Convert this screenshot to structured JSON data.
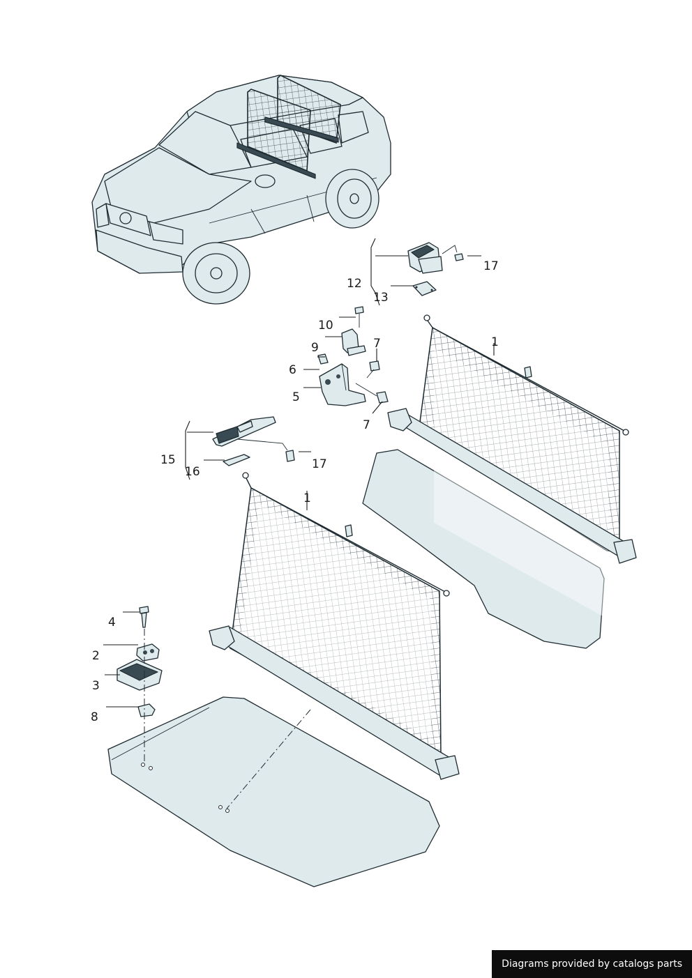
{
  "callouts": {
    "p1a": "1",
    "p1b": "1",
    "p2": "2",
    "p3": "3",
    "p4": "4",
    "p5": "5",
    "p6": "6",
    "p7a": "7",
    "p7b": "7",
    "p8": "8",
    "p9": "9",
    "p10": "10",
    "p12": "12",
    "p13": "13",
    "p15": "15",
    "p16": "16",
    "p17a": "17",
    "p17b": "17"
  },
  "footer": {
    "credit": "Diagrams provided by catalogs parts"
  },
  "colors": {
    "part_fill": "#dfeaed",
    "outline": "#1d2a30",
    "credit_bg": "#0d0d0d",
    "credit_text": "#ffffff"
  }
}
